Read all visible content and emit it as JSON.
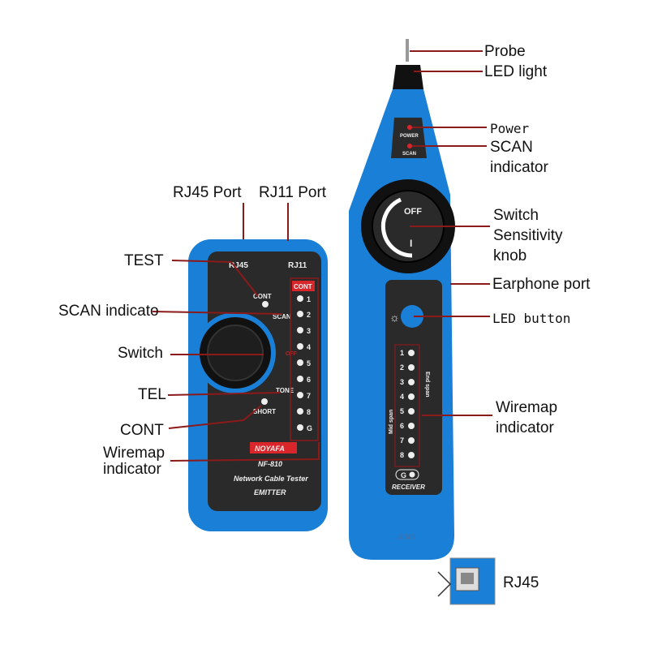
{
  "colors": {
    "device_blue": "#1a7fd6",
    "panel": "#2a2a2a",
    "leader_line": "#8b1a1a",
    "accent_red": "#d9262b"
  },
  "emitter": {
    "ports": [
      "RJ45",
      "RJ11"
    ],
    "indicators": {
      "cont": "CONT",
      "scan": "SCAN",
      "tone": "TONE",
      "short": "SHORT",
      "off": "OFF"
    },
    "wiremap_header": "CONT",
    "wiremap_leds": [
      "1",
      "2",
      "3",
      "4",
      "5",
      "6",
      "7",
      "8",
      "G"
    ],
    "brand": "NOYAFA",
    "model": "NF-810",
    "product_name": "Network Cable Tester",
    "unit_name": "EMITTER"
  },
  "receiver": {
    "indicators": {
      "power": "POWER",
      "scan": "SCAN"
    },
    "knob_text": "OFF",
    "knob_mark": "I",
    "wiremap_leds": [
      "1",
      "2",
      "3",
      "4",
      "5",
      "6",
      "7",
      "8",
      "G"
    ],
    "end_span": "End span",
    "mid_span": "Mid span",
    "unit_name": "RECEIVER",
    "port_label": "RJ45"
  },
  "callouts": {
    "rj45_port": "RJ45 Port",
    "rj11_port": "RJ11 Port",
    "test": "TEST",
    "scan_indicator_left": "SCAN indicato",
    "switch": "Switch",
    "tel": "TEL",
    "cont": "CONT",
    "wiremap_left": [
      "Wiremap",
      "indicator"
    ],
    "probe": "Probe",
    "led_light": "LED light",
    "power": "Power",
    "scan_indicator_right": [
      "SCAN",
      "indicator"
    ],
    "switch_knob": [
      "Switch",
      "Sensitivity",
      "knob"
    ],
    "earphone_port": "Earphone port",
    "led_button": "LED button",
    "wiremap_right": [
      "Wiremap",
      "indicator"
    ],
    "rj45": "RJ45"
  }
}
